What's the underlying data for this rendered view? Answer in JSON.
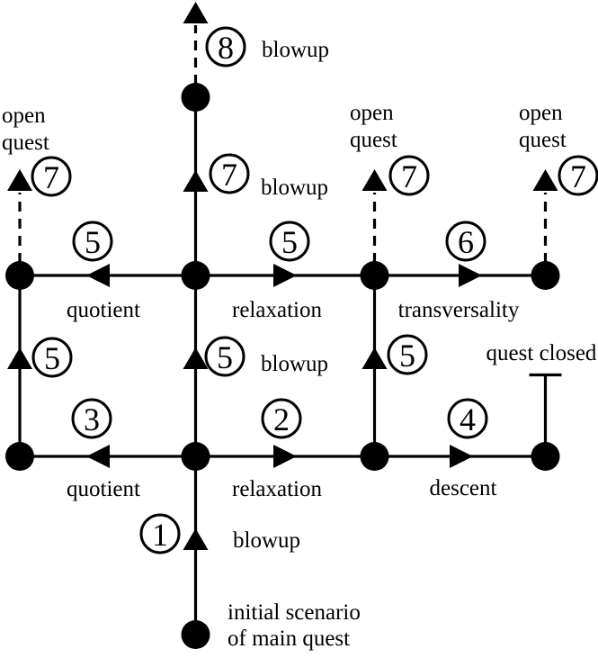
{
  "colors": {
    "ink": "#000000",
    "paper": "#ffffff"
  },
  "steps": {
    "blowup1": {
      "number": "1",
      "label": "blowup"
    },
    "relaxation2": {
      "number": "2",
      "label": "relaxation"
    },
    "quotient3": {
      "number": "3",
      "label": "quotient"
    },
    "descent4": {
      "number": "4",
      "label": "descent"
    },
    "quotient5": {
      "number": "5",
      "label": "quotient"
    },
    "relaxation5": {
      "number": "5",
      "label": "relaxation"
    },
    "blowup5": {
      "number": "5",
      "label": "blowup"
    },
    "leftAscent5": {
      "number": "5"
    },
    "rightAscent5": {
      "number": "5"
    },
    "transversality6": {
      "number": "6",
      "label": "transversality"
    },
    "blowup7": {
      "number": "7",
      "label": "blowup"
    },
    "openLeft7": {
      "number": "7"
    },
    "openMid7": {
      "number": "7"
    },
    "openRight7": {
      "number": "7"
    },
    "blowup8": {
      "number": "8",
      "label": "blowup"
    }
  },
  "annotations": {
    "openQuestLeft": {
      "line1": "open",
      "line2": "quest"
    },
    "openQuestMid": {
      "line1": "open",
      "line2": "quest"
    },
    "openQuestRight": {
      "line1": "open",
      "line2": "quest"
    },
    "questClosed": "quest closed",
    "initial": {
      "line1": "initial scenario",
      "line2": "of main quest"
    }
  }
}
